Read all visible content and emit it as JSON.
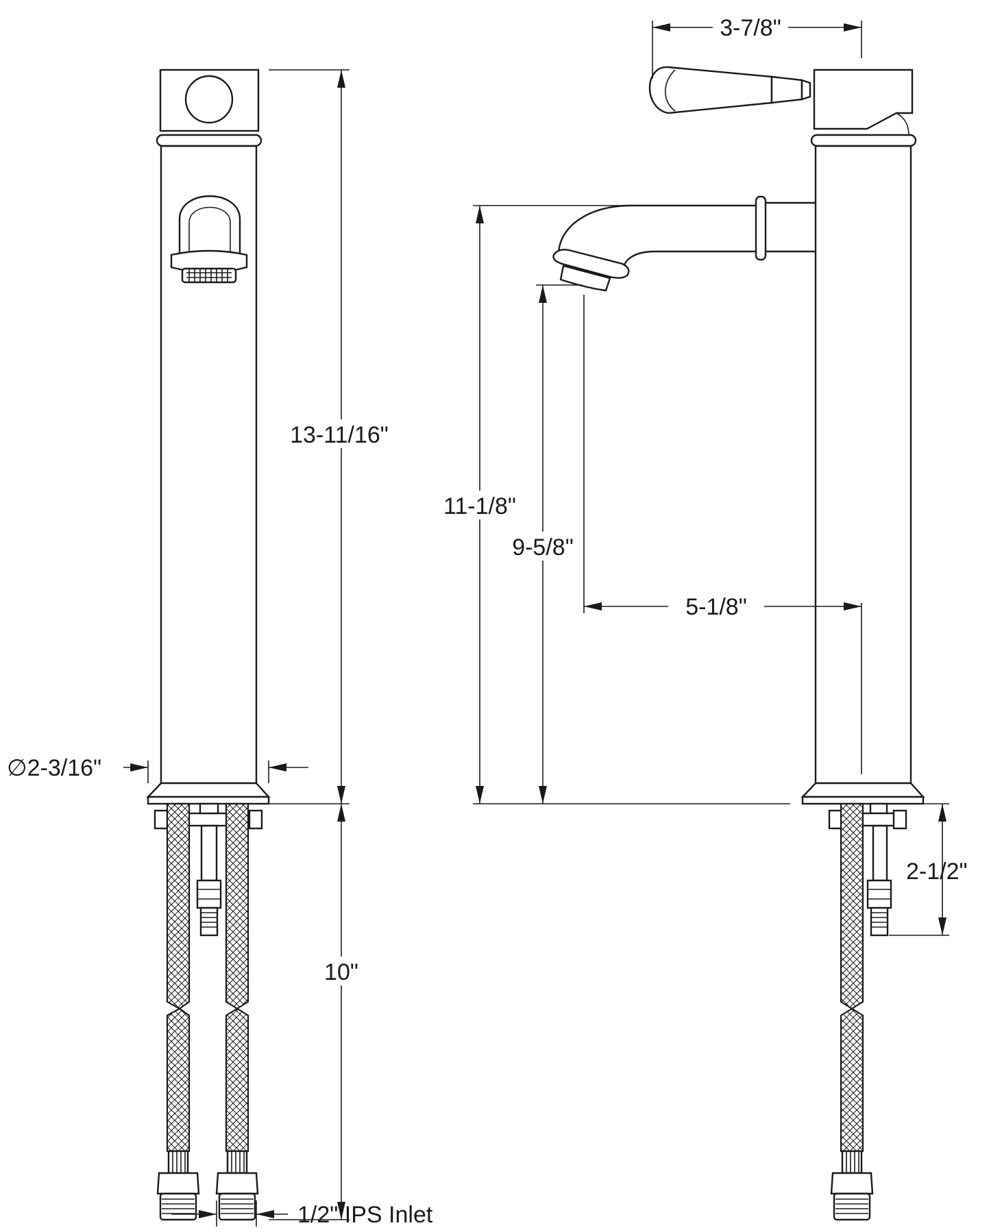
{
  "dimensions": {
    "overall_height": "13-11/16\"",
    "below_deck_length": "10\"",
    "base_diameter": "∅2-3/16\"",
    "inlet": "1/2\" IPS Inlet",
    "handle_reach": "3-7/8\"",
    "spout_height": "11-1/8\"",
    "aerator_height": "9-5/8\"",
    "spout_reach": "5-1/8\"",
    "shank_length": "2-1/2\""
  }
}
